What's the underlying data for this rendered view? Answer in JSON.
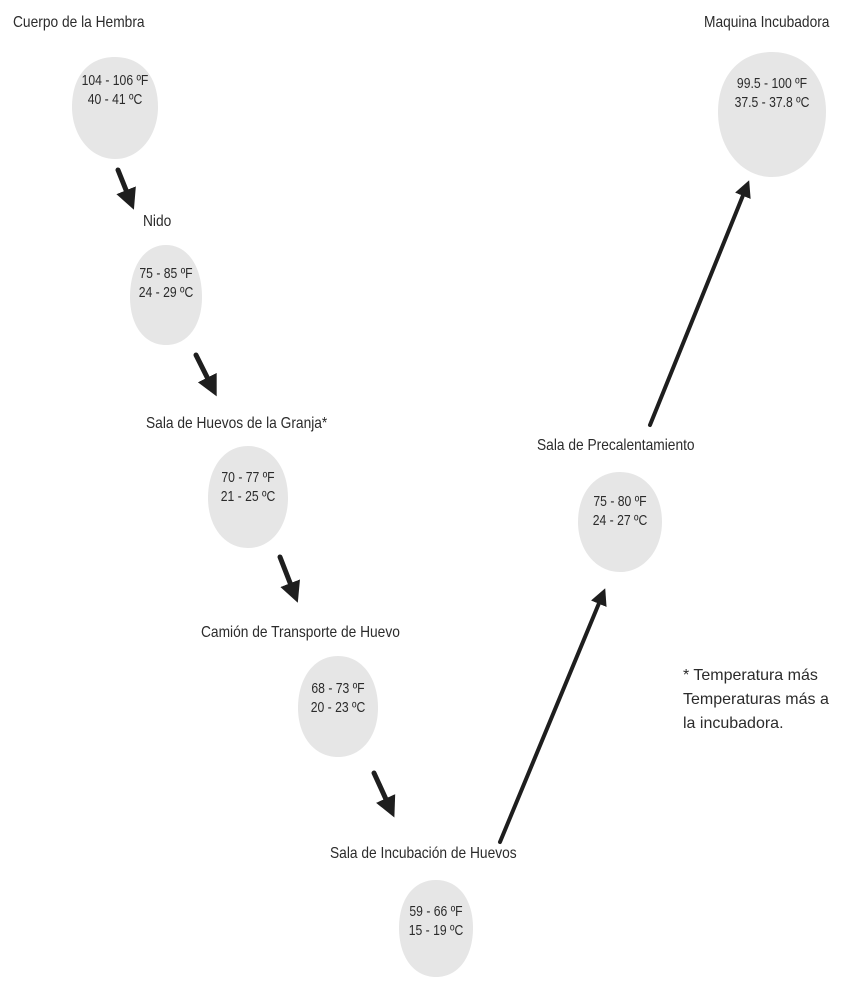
{
  "stages": [
    {
      "id": "cuerpo",
      "label": "Cuerpo de la Hembra",
      "temp_f": "104 - 106 ºF",
      "temp_c": "40 - 41 ºC"
    },
    {
      "id": "nido",
      "label": "Nido",
      "temp_f": "75 - 85 ºF",
      "temp_c": "24 - 29 ºC"
    },
    {
      "id": "sala-granja",
      "label": "Sala de Huevos de la Granja*",
      "temp_f": "70 - 77 ºF",
      "temp_c": "21 - 25 ºC"
    },
    {
      "id": "camion",
      "label": "Camión de Transporte de Huevo",
      "temp_f": "68 - 73 ºF",
      "temp_c": "20 - 23 ºC"
    },
    {
      "id": "sala-incubacion",
      "label": "Sala de Incubación de Huevos",
      "temp_f": "59 - 66 ºF",
      "temp_c": "15 - 19 ºC"
    },
    {
      "id": "precalentamiento",
      "label": "Sala de Precalentamiento",
      "temp_f": "75 - 80 ºF",
      "temp_c": "24 - 27 ºC"
    },
    {
      "id": "incubadora",
      "label": "Maquina Incubadora",
      "temp_f": "99.5 - 100 ºF",
      "temp_c": "37.5 - 37.8 ºC"
    }
  ],
  "footnote": {
    "line1": "* Temperatura más",
    "line2": "Temperaturas más a",
    "line3": "la incubadora."
  },
  "colors": {
    "egg": "#e6e6e6",
    "arrow": "#1e1e1e",
    "text": "#2b2b2b"
  }
}
